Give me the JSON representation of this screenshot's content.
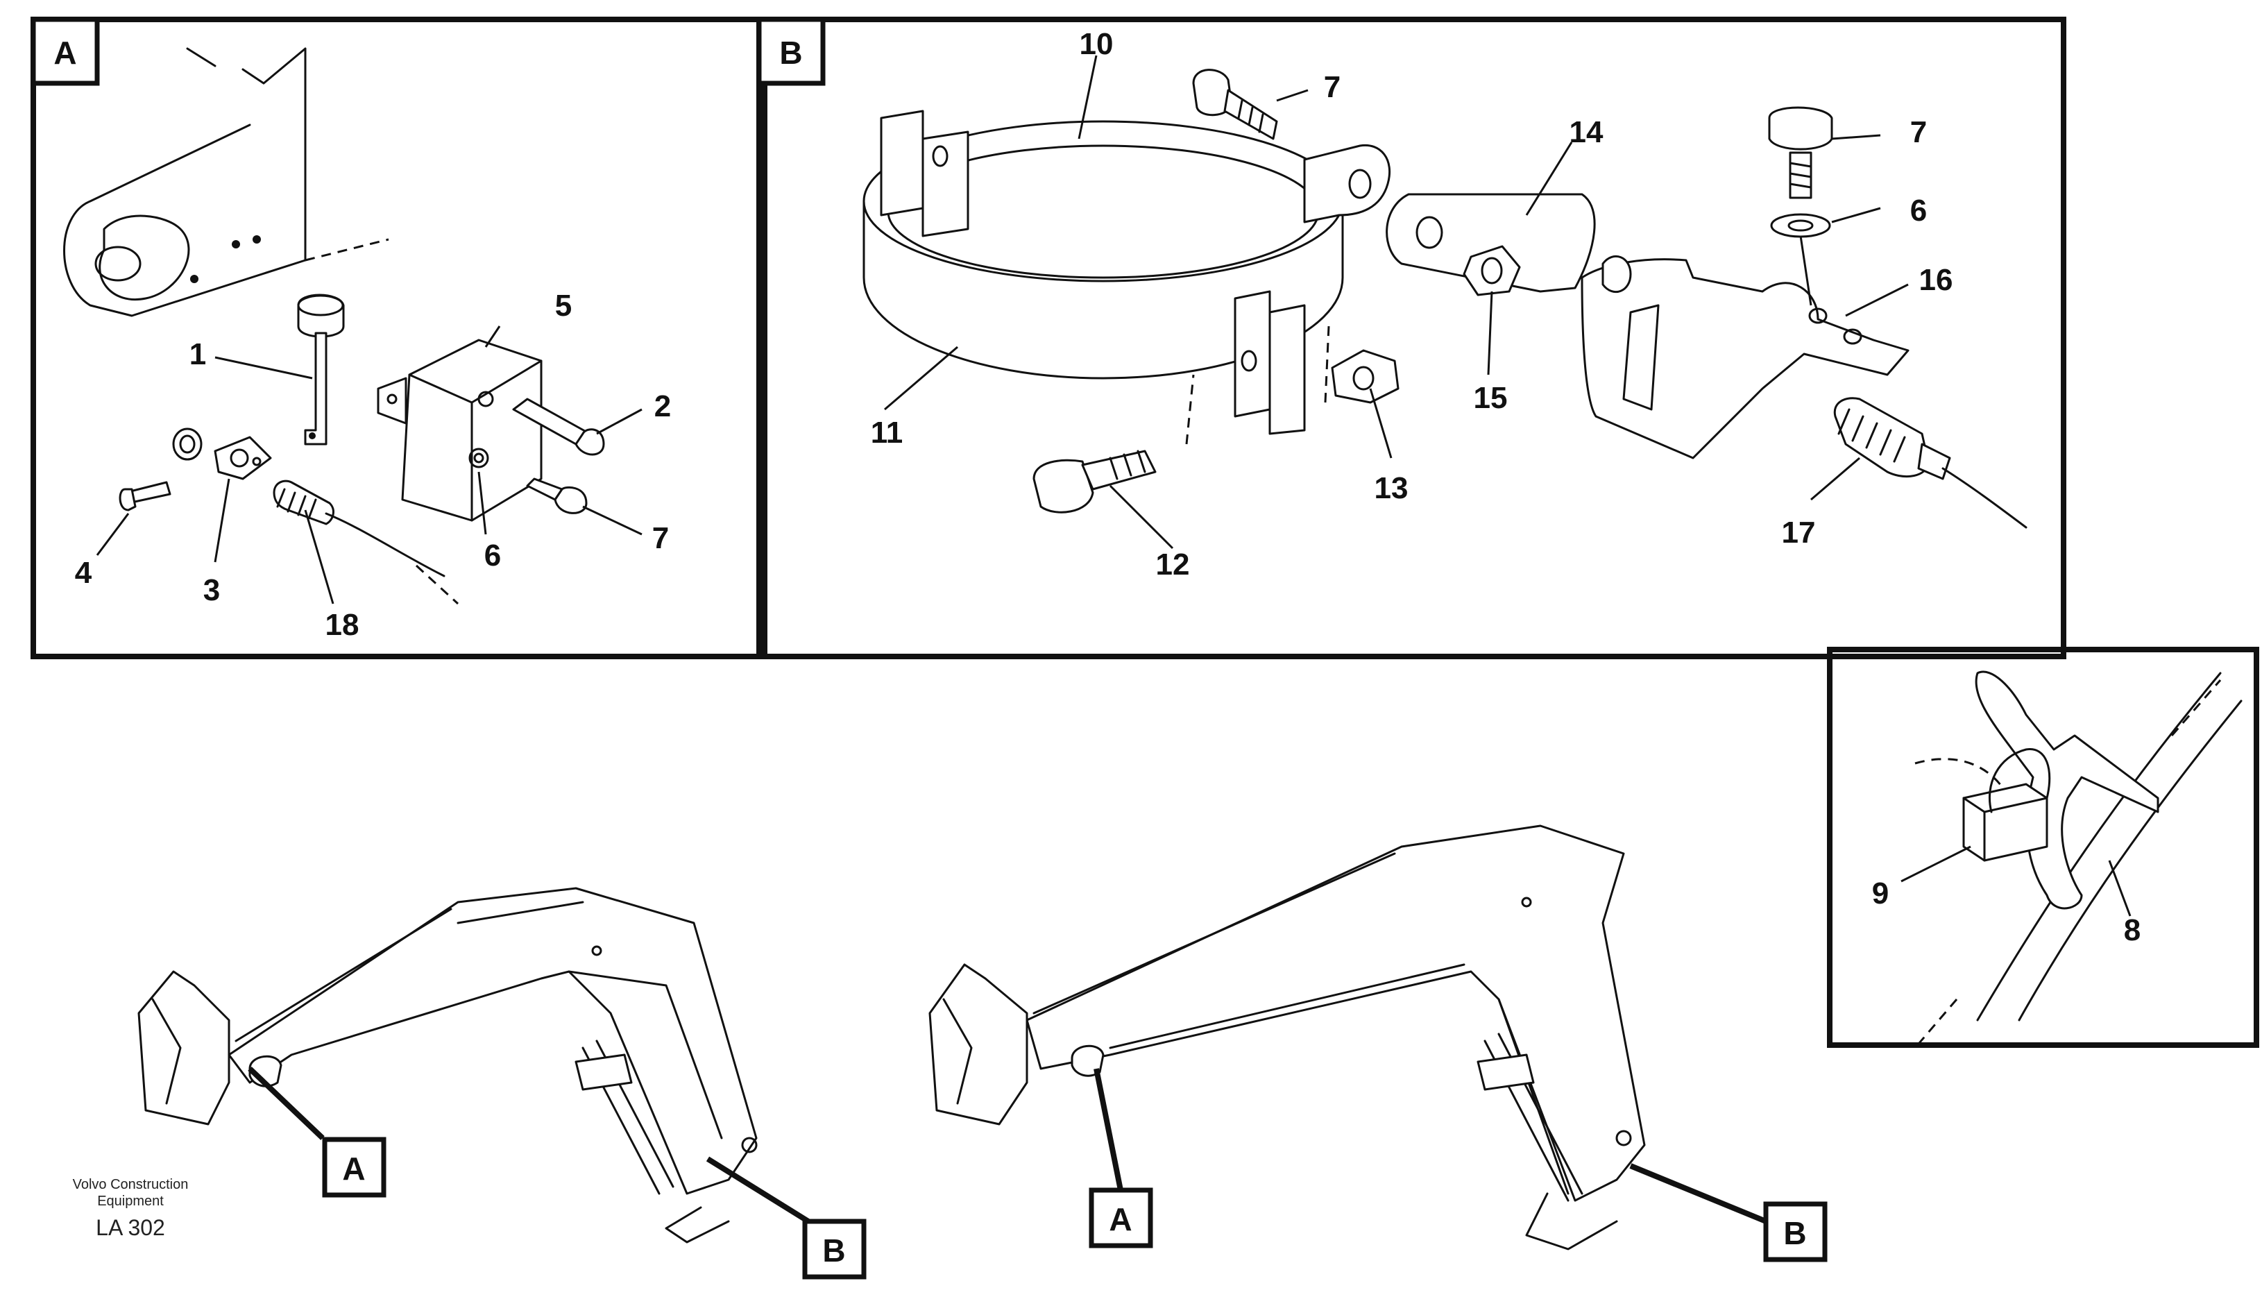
{
  "panels": {
    "a": {
      "tag": "A",
      "parts": [
        "1",
        "2",
        "3",
        "4",
        "5",
        "6",
        "7",
        "18"
      ]
    },
    "b": {
      "tag": "B",
      "parts": [
        "10",
        "7",
        "14",
        "7",
        "6",
        "16",
        "11",
        "15",
        "13",
        "12",
        "17"
      ]
    },
    "c": {
      "parts": [
        "9",
        "8"
      ]
    }
  },
  "callouts": {
    "left": {
      "a": "A",
      "b": "B"
    },
    "right": {
      "a": "A",
      "b": "B"
    }
  },
  "caption": {
    "company_line1": "Volvo Construction",
    "company_line2": "Equipment",
    "code": "LA 302"
  }
}
